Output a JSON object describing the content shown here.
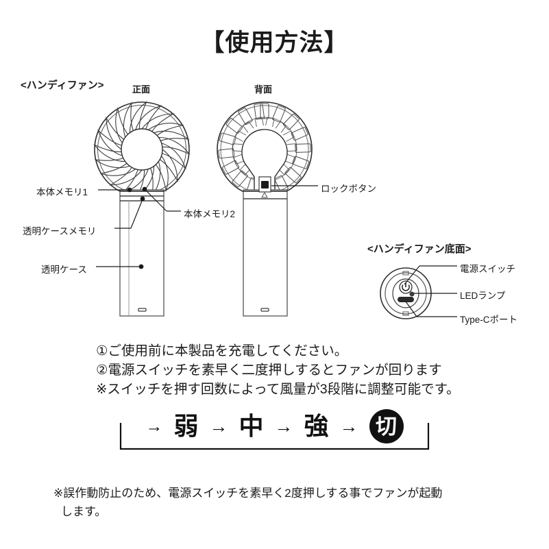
{
  "page": {
    "title": "【使用方法】",
    "background_color": "#ffffff",
    "ink_color": "#1a1a1a"
  },
  "diagram": {
    "product_heading": "<ハンディファン>",
    "views": {
      "front_label": "正面",
      "rear_label": "背面",
      "bottom_heading": "<ハンディファン底面>"
    },
    "callouts": {
      "body_scale_1": "本体メモリ1",
      "body_scale_2": "本体メモリ2",
      "clear_case_scale": "透明ケースメモリ",
      "clear_case": "透明ケース",
      "lock_button": "ロックボタン",
      "power_switch": "電源スイッチ",
      "led_lamp": "LEDランプ",
      "type_c_port": "Type-Cポート"
    },
    "icons": {
      "power_symbol": "⏻"
    }
  },
  "instructions": {
    "line1": "①ご使用前に本製品を充電してください。",
    "line2": "②電源スイッチを素早く二度押しするとファンが回ります",
    "line3": "※スイッチを押す回数によって風量が3段階に調整可能です。"
  },
  "speed_cycle": {
    "lead_arrow": "→",
    "steps": [
      {
        "label": "弱",
        "style": "plain"
      },
      {
        "label": "中",
        "style": "plain"
      },
      {
        "label": "強",
        "style": "plain"
      },
      {
        "label": "切",
        "style": "circle-filled"
      }
    ],
    "arrow": "→",
    "loop_back": true
  },
  "footnote": {
    "line1": "※誤作動防止のため、電源スイッチを素早く2度押しする事でファンが起動",
    "line2": "します。"
  }
}
